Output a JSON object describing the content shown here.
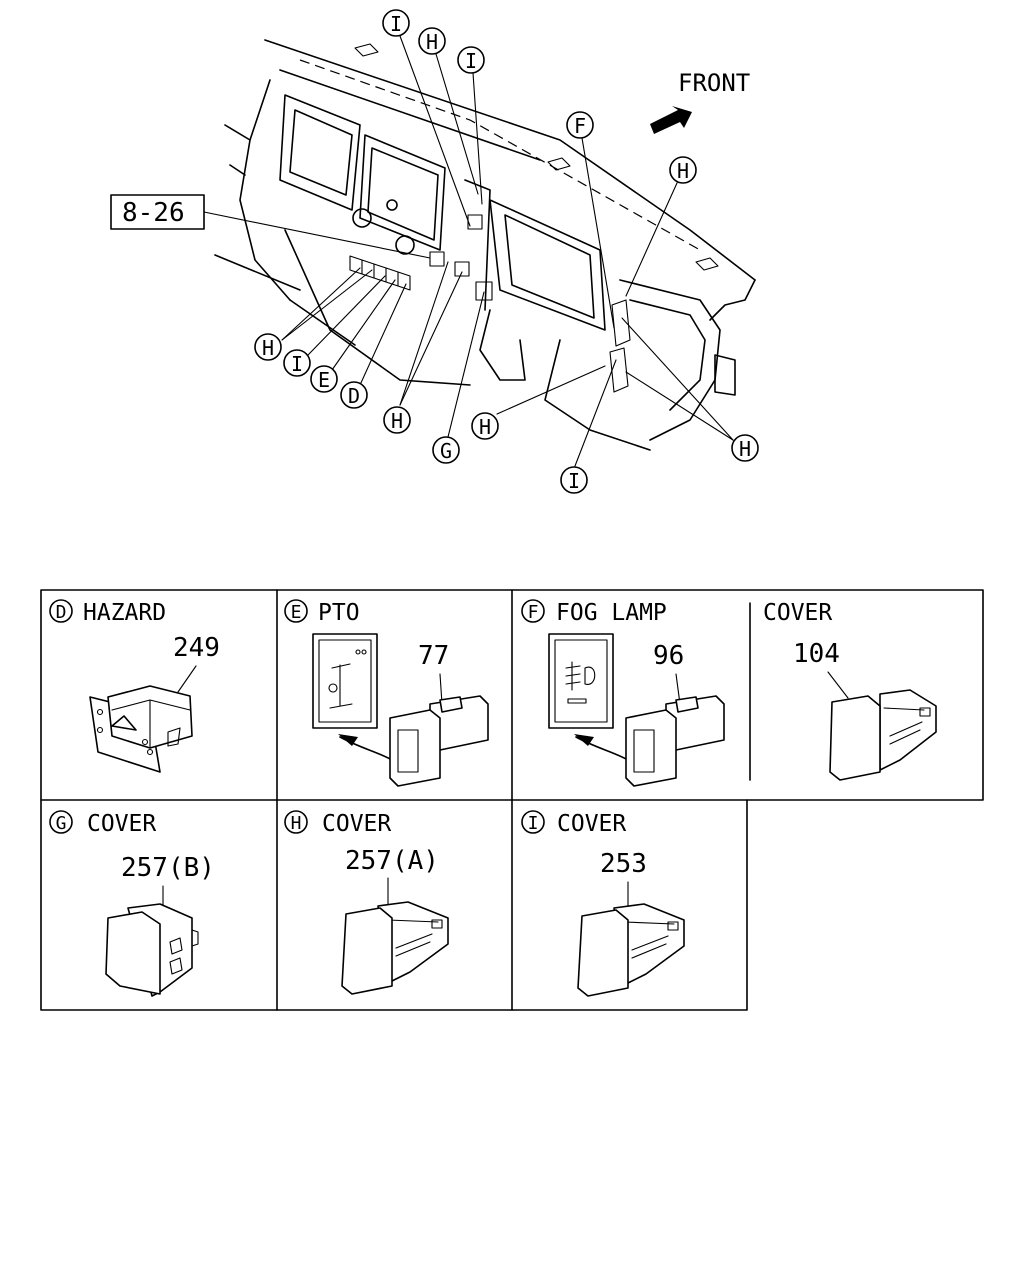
{
  "overview": {
    "front_label": "FRONT",
    "ref_box": "8-26",
    "callouts": {
      "top_i1": "I",
      "top_h": "H",
      "top_i2": "I",
      "f": "F",
      "right_h_top": "H",
      "h_left": "H",
      "i_left": "I",
      "e": "E",
      "d": "D",
      "h_center": "H",
      "g": "G",
      "h_lower": "H",
      "i_bottom": "I",
      "h_right": "H"
    }
  },
  "panels": [
    {
      "letter": "D",
      "title": "HAZARD",
      "part": "249"
    },
    {
      "letter": "E",
      "title": "PTO",
      "part": "77"
    },
    {
      "letter": "F",
      "title": "FOG  LAMP",
      "part": "96",
      "extra_title": "COVER",
      "extra_part": "104"
    },
    {
      "letter": "G",
      "title": "COVER",
      "part": "257(B)"
    },
    {
      "letter": "H",
      "title": "COVER",
      "part": "257(A)"
    },
    {
      "letter": "I",
      "title": "COVER",
      "part": "253"
    }
  ]
}
